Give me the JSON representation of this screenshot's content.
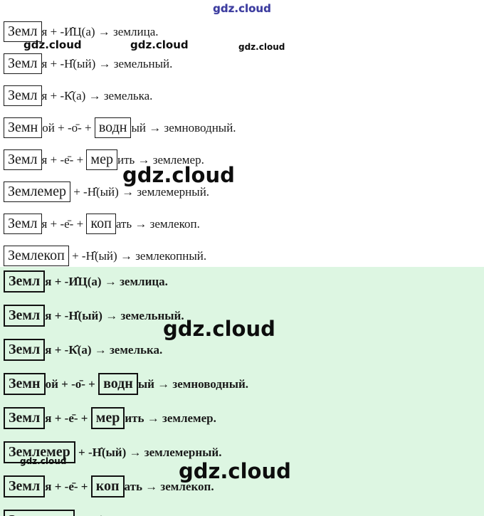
{
  "page": {
    "background": "#ffffff",
    "green_background": "#ddf6e2",
    "watermark_color_top": "#3c3c9e",
    "watermark_color": "#0d0d0d"
  },
  "watermarks": {
    "top": "gdz.cloud",
    "row_left": "gdz.cloud",
    "row_mid": "gdz.cloud",
    "row_right": "gdz.cloud",
    "middle_large": "gdz.cloud",
    "green_large_1": "gdz.cloud",
    "green_small": "gdz.cloud",
    "green_large_2": "gdz.cloud"
  },
  "rows": [
    {
      "tokens": [
        {
          "box": true,
          "t": "Земл"
        },
        {
          "box": false,
          "t": "я + -И̂Ц(а) → землица."
        }
      ]
    },
    {
      "tokens": [
        {
          "box": true,
          "t": "Земл"
        },
        {
          "box": false,
          "t": "я + -Н̂(ый) → земельный."
        }
      ]
    },
    {
      "tokens": [
        {
          "box": true,
          "t": "Земл"
        },
        {
          "box": false,
          "t": "я + -К̂(а) → земелька."
        }
      ]
    },
    {
      "tokens": [
        {
          "box": true,
          "t": "Земн"
        },
        {
          "box": false,
          "t": "ой + -о̄- + "
        },
        {
          "box": true,
          "t": "водн"
        },
        {
          "box": false,
          "t": "ый → земноводный."
        }
      ]
    },
    {
      "tokens": [
        {
          "box": true,
          "t": "Земл"
        },
        {
          "box": false,
          "t": "я + -е̄- + "
        },
        {
          "box": true,
          "t": "мер"
        },
        {
          "box": false,
          "t": "ить → землемер."
        }
      ]
    },
    {
      "tokens": [
        {
          "box": true,
          "t": "Землемер"
        },
        {
          "box": false,
          "t": " + -Н̂(ый) → землемерный."
        }
      ]
    },
    {
      "tokens": [
        {
          "box": true,
          "t": "Земл"
        },
        {
          "box": false,
          "t": "я + -е̄- + "
        },
        {
          "box": true,
          "t": "коп"
        },
        {
          "box": false,
          "t": "ать → землекоп."
        }
      ]
    },
    {
      "tokens": [
        {
          "box": true,
          "t": "Землекоп"
        },
        {
          "box": false,
          "t": " + -Н̂(ый) → землекопный."
        }
      ]
    }
  ]
}
